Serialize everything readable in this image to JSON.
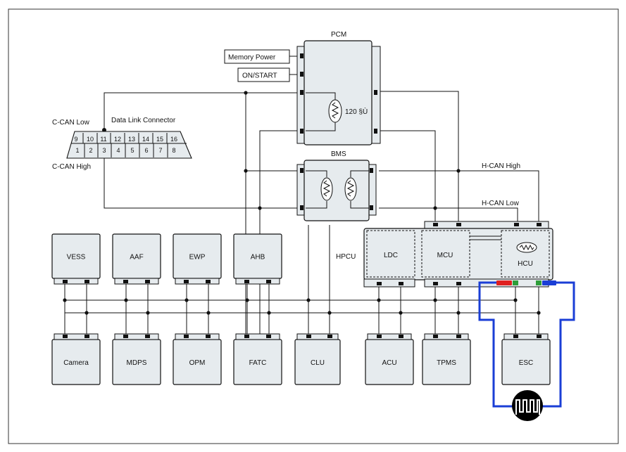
{
  "pcm": {
    "title": "PCM",
    "resistor": "120 §Ù"
  },
  "inputs": {
    "memory_power": "Memory Power",
    "on_start": "ON/START"
  },
  "dlc": {
    "title": "Data Link Connector",
    "can_low": "C-CAN Low",
    "can_high": "C-CAN High",
    "top_pins": [
      "9",
      "10",
      "11",
      "12",
      "13",
      "14",
      "15",
      "16"
    ],
    "bottom_pins": [
      "1",
      "2",
      "3",
      "4",
      "5",
      "6",
      "7",
      "8"
    ]
  },
  "bms": {
    "title": "BMS"
  },
  "hcan": {
    "high": "H-CAN High",
    "low": "H-CAN Low"
  },
  "hpcu": {
    "label": "HPCU",
    "ldc": "LDC",
    "mcu": "MCU",
    "hcu": "HCU"
  },
  "top_modules": [
    "VESS",
    "AAF",
    "EWP",
    "AHB"
  ],
  "bottom_modules": [
    "Camera",
    "MDPS",
    "OPM",
    "FATC",
    "CLU",
    "ACU",
    "TPMS",
    "ESC"
  ],
  "colors": {
    "harness": "#1a3ed6",
    "fault_red": "#e02020",
    "fault_green": "#2e9e3a"
  }
}
